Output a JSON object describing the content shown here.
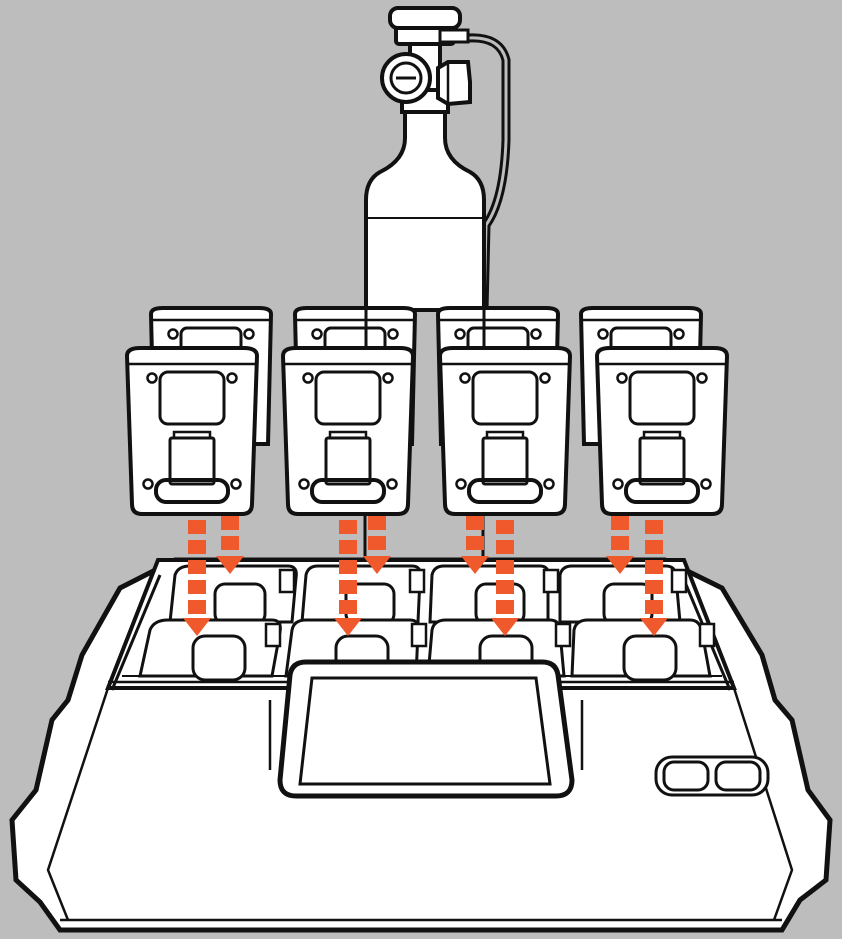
{
  "colors": {
    "background": "#bdbdbd",
    "outline": "#111111",
    "fill": "#ffffff",
    "arrow": "#f0592b"
  },
  "components": {
    "gas_cylinder": {
      "icon": "gas-cylinder-icon"
    },
    "regulator": {
      "icon": "regulator-icon"
    },
    "docking_station": {
      "icon": "docking-station-icon"
    },
    "touch_screen": {
      "icon": "screen-icon"
    },
    "status_buttons": {
      "count": 2
    }
  },
  "detectors": {
    "rows": 2,
    "per_row": 4,
    "total": 8
  },
  "arrows": {
    "count": 8,
    "direction": "down",
    "style": "dashed"
  }
}
